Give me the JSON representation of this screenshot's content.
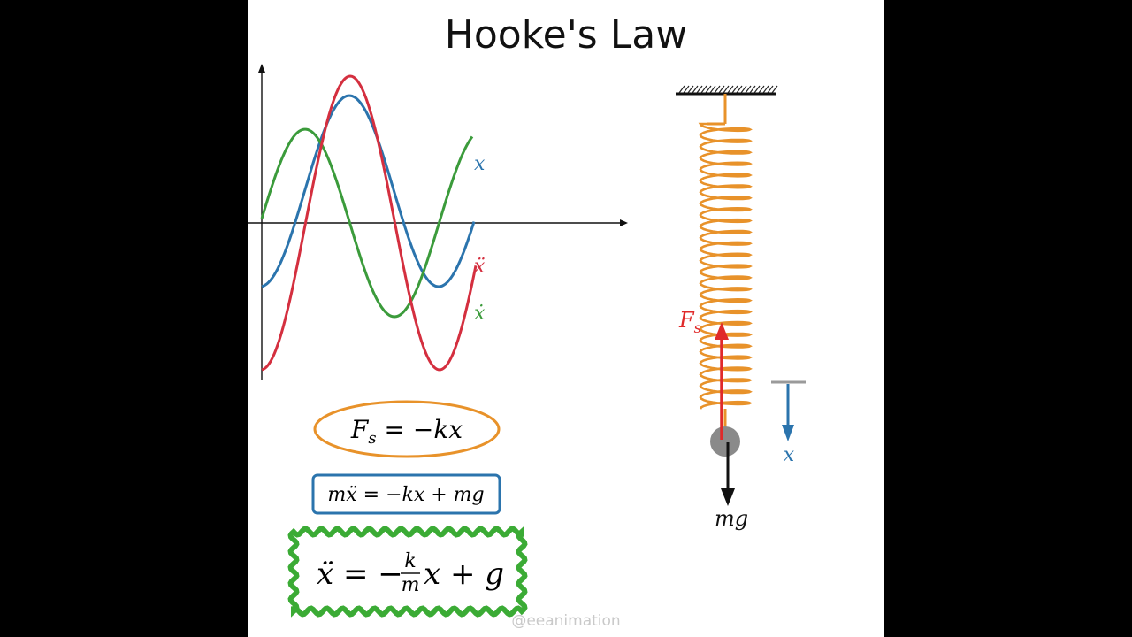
{
  "title": "Hooke's Law",
  "watermark": "@eeanimation",
  "graph": {
    "labels": {
      "position": "x",
      "acceleration": "ẍ",
      "velocity": "ẋ"
    },
    "colors": {
      "position": "#2b74ad",
      "acceleration": "#d42f3f",
      "velocity": "#3b9b3b"
    }
  },
  "equations": {
    "hooke": {
      "lhs": "F",
      "sub": "s",
      "rhs": " = −kx",
      "color": "#e8922a"
    },
    "newton": {
      "text": "mẍ = −kx + mg",
      "color": "#2b74ad"
    },
    "motion": {
      "lhs": "ẍ = −",
      "frac_num": "k",
      "frac_den": "m",
      "rhs": "x + g",
      "color": "#3bab35"
    }
  },
  "spring": {
    "force_label": "F",
    "force_sub": "s",
    "weight_label": "mg",
    "displacement_label": "x",
    "colors": {
      "spring": "#e8922a",
      "force": "#e02a2a",
      "weight": "#111111",
      "mass": "#8a8a8a",
      "displacement": "#2b74ad"
    }
  }
}
